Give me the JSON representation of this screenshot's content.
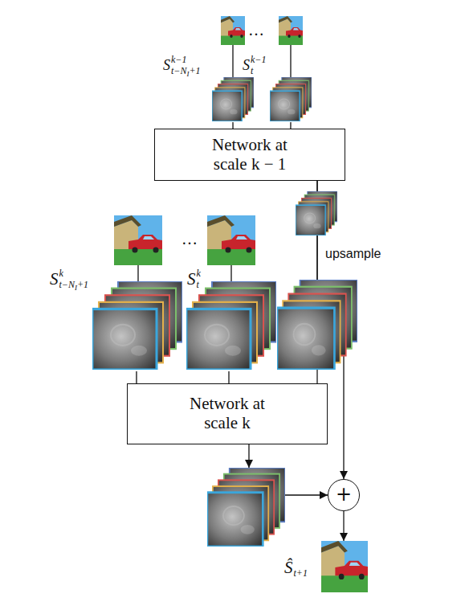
{
  "diagram": {
    "nodes": [
      {
        "text": [
          "S",
          "k−1",
          "t−N",
          "I",
          "+1"
        ]
      },
      {
        "text": [
          "S",
          "k−1",
          "t"
        ]
      },
      {
        "text": [
          "Network at scale k − 1"
        ]
      },
      {
        "text": [
          "S",
          "k",
          "t−N",
          "I",
          "+1"
        ]
      },
      {
        "text": [
          "S",
          "k",
          "t"
        ]
      },
      {
        "text": [
          "Network at scale k"
        ]
      },
      {
        "text": [
          "+"
        ]
      },
      {
        "text": [
          "Ŝ",
          "t+1"
        ]
      }
    ],
    "edges": [
      {
        "from": 0,
        "to": 2,
        "arrow": "none"
      },
      {
        "from": 1,
        "to": 2,
        "arrow": "none"
      },
      {
        "from": 2,
        "to": 5,
        "arrow": "none"
      },
      {
        "from": 2,
        "to": 6,
        "arrow": "to",
        "label": "upsample"
      },
      {
        "from": 3,
        "to": 5,
        "arrow": "none"
      },
      {
        "from": 4,
        "to": 5,
        "arrow": "none"
      },
      {
        "from": 5,
        "to": 6,
        "arrow": "to"
      },
      {
        "from": 6,
        "to": 7,
        "arrow": "to"
      }
    ],
    "labels": [
      "…",
      "…"
    ]
  }
}
